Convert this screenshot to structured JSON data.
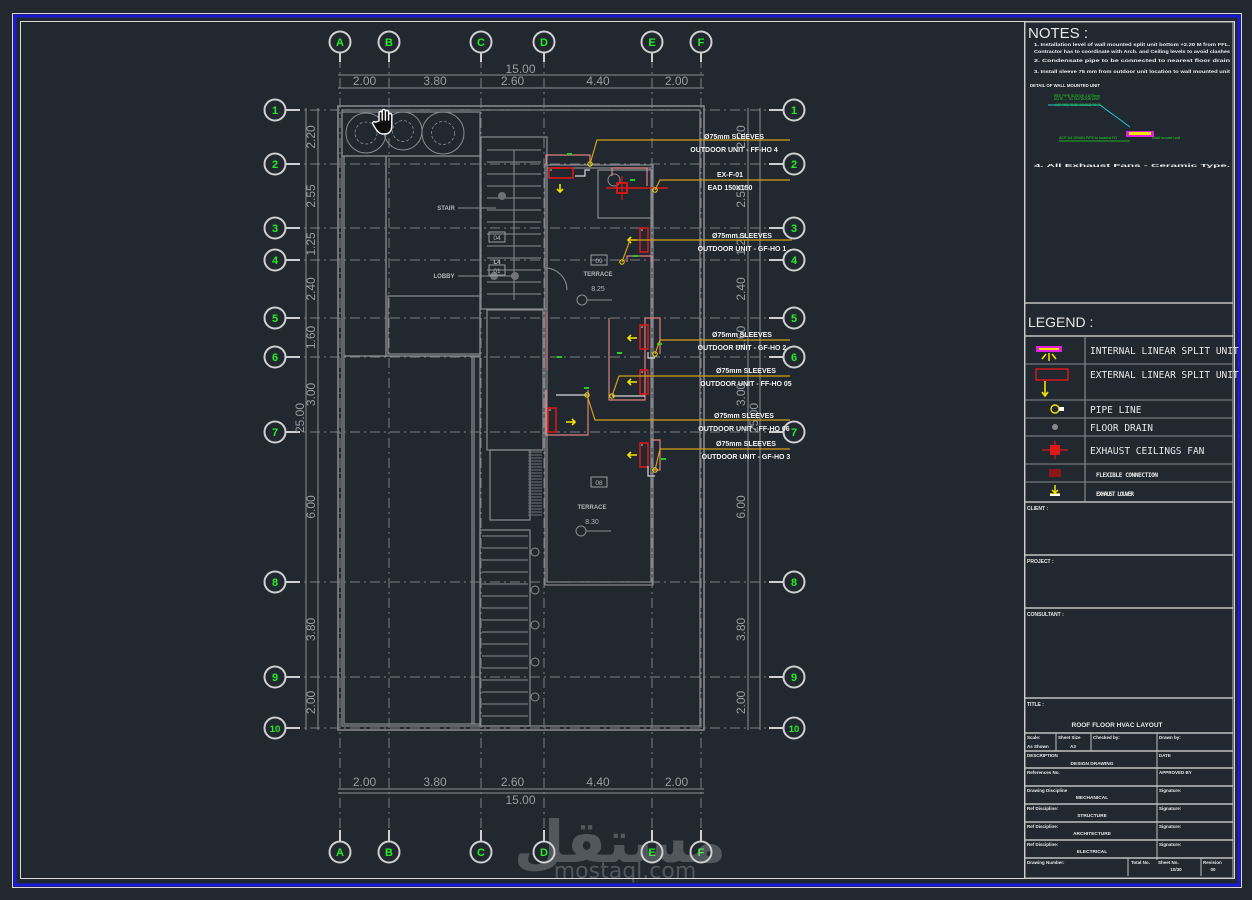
{
  "colors": {
    "background": "#212830",
    "frame_blue": "#1a1ad8",
    "frame_white": "#d8d8d8",
    "grid_bubble_text": "#22ee22",
    "wall": "#8a8d92",
    "leader": "#d4a017",
    "hvac_red": "#e01818",
    "hvac_pink": "#e08080",
    "hvac_yellow": "#f5e400",
    "magenta": "#e020e0",
    "label_white": "#f2f2f2"
  },
  "grid": {
    "columns": [
      "A",
      "B",
      "C",
      "D",
      "E",
      "F"
    ],
    "rows": [
      "1",
      "2",
      "3",
      "4",
      "5",
      "6",
      "7",
      "8",
      "9",
      "10"
    ]
  },
  "dimensions": {
    "horizontal": [
      "2.00",
      "3.80",
      "2.60",
      "4.40",
      "2.00"
    ],
    "horizontal_total": "15.00",
    "vertical": [
      "2.20",
      "2.55",
      "1.25",
      "2.40",
      "1.60",
      "3.00",
      "6.00",
      "3.80",
      "2.00"
    ],
    "vertical_total": "25.00"
  },
  "rooms": [
    {
      "name": "STAIR",
      "tag": "04"
    },
    {
      "name": "LOBBY",
      "tag": "01"
    },
    {
      "name": "TERRACE",
      "tag": "09",
      "level": "8.25"
    },
    {
      "name": "TERRACE",
      "tag": "08",
      "level": "8.30"
    }
  ],
  "room_extra": {
    "lobby_code": "L4"
  },
  "annotations": [
    {
      "line1": "Ø75mm SLEEVES",
      "line2": "OUTDOOR UNIT - FF-HO 4"
    },
    {
      "line1": "EX-F-01",
      "line2": "EAD 150X150"
    },
    {
      "line1": "Ø75mm SLEEVES",
      "line2": "OUTDOOR UNIT - GF-HO 1"
    },
    {
      "line1": "Ø75mm SLEEVES",
      "line2": "OUTDOOR UNIT - GF-HO 2"
    },
    {
      "line1": "Ø75mm SLEEVES",
      "line2": "OUTDOOR UNIT - FF-HO 05"
    },
    {
      "line1": "Ø75mm SLEEVES",
      "line2": "OUTDOOR UNIT - FF-HO 06"
    },
    {
      "line1": "Ø75mm SLEEVES",
      "line2": "OUTDOOR UNIT - GF-HO 3"
    }
  ],
  "notes": {
    "title": "NOTES :",
    "items": [
      "1. Installation level of wall mounted split unit bottom +2.20 M from FFL.",
      "Contractor has to coordinate with Arch. and Ceiling levels to avoid clashes",
      "2. Condensate pipe to be connected to nearest floor drain",
      "3. Install sleeve 75 mm from outdoor unit location to wall mounted unit",
      "DETAIL OF WALL MOUNTED UNIT",
      "4. All Exhaust Fans - Ceramic Type."
    ],
    "detail_labels": [
      "REF. PIPE SLEEVE 3 Ø75mm",
      "NOTE ... TO OUTDOOR UNIT",
      "ACP PIPE TO BE ROUTED TO FD",
      "ACP 3/4 DRAIN PIPE to nearest FD",
      "Wall mount unit"
    ]
  },
  "legend": {
    "title": "LEGEND :",
    "items": [
      {
        "icon": "internal-split-unit-icon",
        "label": "INTERNAL LINEAR SPLIT UNIT"
      },
      {
        "icon": "external-split-unit-icon",
        "label": "EXTERNAL LINEAR SPLIT UNIT"
      },
      {
        "icon": "pipe-line-icon",
        "label": "PIPE LINE"
      },
      {
        "icon": "floor-drain-icon",
        "label": "FLOOR DRAIN"
      },
      {
        "icon": "exhaust-fan-icon",
        "label": "EXHAUST CEILINGS FAN"
      },
      {
        "icon": "flexible-connection-icon",
        "label": "FLEXIBLE CONNECTION"
      },
      {
        "icon": "exhaust-louver-icon",
        "label": "EXHAUST LOUVER"
      }
    ]
  },
  "title_block": {
    "client_label": "CLIENT :",
    "project_label": "PROJECT :",
    "consultant_label": "CONSULTANT :",
    "title_label": "TITLE :",
    "drawing_title": "ROOF FLOOR HVAC LAYOUT",
    "scale_label": "Scale:",
    "scale_value": "As Shown",
    "sheet_size_label": "Sheet Size",
    "sheet_size_value": "A3",
    "checked_by_label": "Checked by:",
    "drawn_by_label": "Drawn by:",
    "description_label": "DESCRIPTION",
    "description_value": "DESIGN DRAWING",
    "date_label": "DATE",
    "references_label": "References No.",
    "approved_label": "APPROVED BY",
    "disc_rows": [
      {
        "label": "Drawing Discipline",
        "value": "MECHANICAL",
        "sign": "Signature:"
      },
      {
        "label": "Ref Discipline:",
        "value": "STRUCTURE",
        "sign": "Signature:"
      },
      {
        "label": "Ref Discipline:",
        "value": "ARCHITECTURE",
        "sign": "Signature:"
      },
      {
        "label": "Ref Discipline:",
        "value": "ELECTRICAL",
        "sign": "Signature:"
      }
    ],
    "drawing_number_label": "Drawing Number:",
    "total_label": "Total No.",
    "sheet_no_label": "Sheet No.",
    "sheet_no_value": "10/30",
    "revision_label": "Revision",
    "revision_value": "00"
  },
  "watermark": {
    "arabic": "مستقل",
    "latin": "mostaql.com"
  }
}
